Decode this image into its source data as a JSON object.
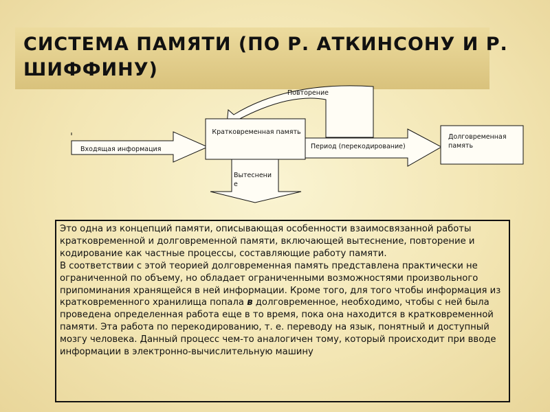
{
  "slide": {
    "title": "СИСТЕМА ПАМЯТИ (ПО Р. АТКИНСОНУ И Р. ШИФФИНУ)"
  },
  "diagram": {
    "input_label": "Входящая информация",
    "stm_label": "Кратковременная память",
    "repetition_label": "Повторение",
    "period_label": "Период (перекодирование)",
    "ltm_label": "Долговременная память",
    "displacement_label_1": "Вытеснени",
    "displacement_label_2": "е"
  },
  "description": {
    "paragraph1": "Это одна из концепций памяти, описывающая особенности взаимосвязанной работы кратковременной и долговременной памяти, включающей вытеснение, повторение и кодирование как частные процессы, составляющие работу памяти.",
    "paragraph2_before": "В соответствии с этой теорией долговременная память представлена практически не ограниченной по объему, но обладает ограниченными возможностями произвольного припоминания хранящейся в ней информации. Кроме того, для того чтобы информация из кратковременного хранилища попала ",
    "paragraph2_emph": "в",
    "paragraph2_after": " долговременное, необходимо, чтобы с ней была проведена определенная работа еще в то время, пока она находится в кратковременной памяти. Эта работа по перекодированию, т. е. переводу на язык, понятный и доступный мозгу человека. Данный процесс чем-то аналогичен тому, который происходит при вводе информации в электронно-вычислительную машину"
  }
}
